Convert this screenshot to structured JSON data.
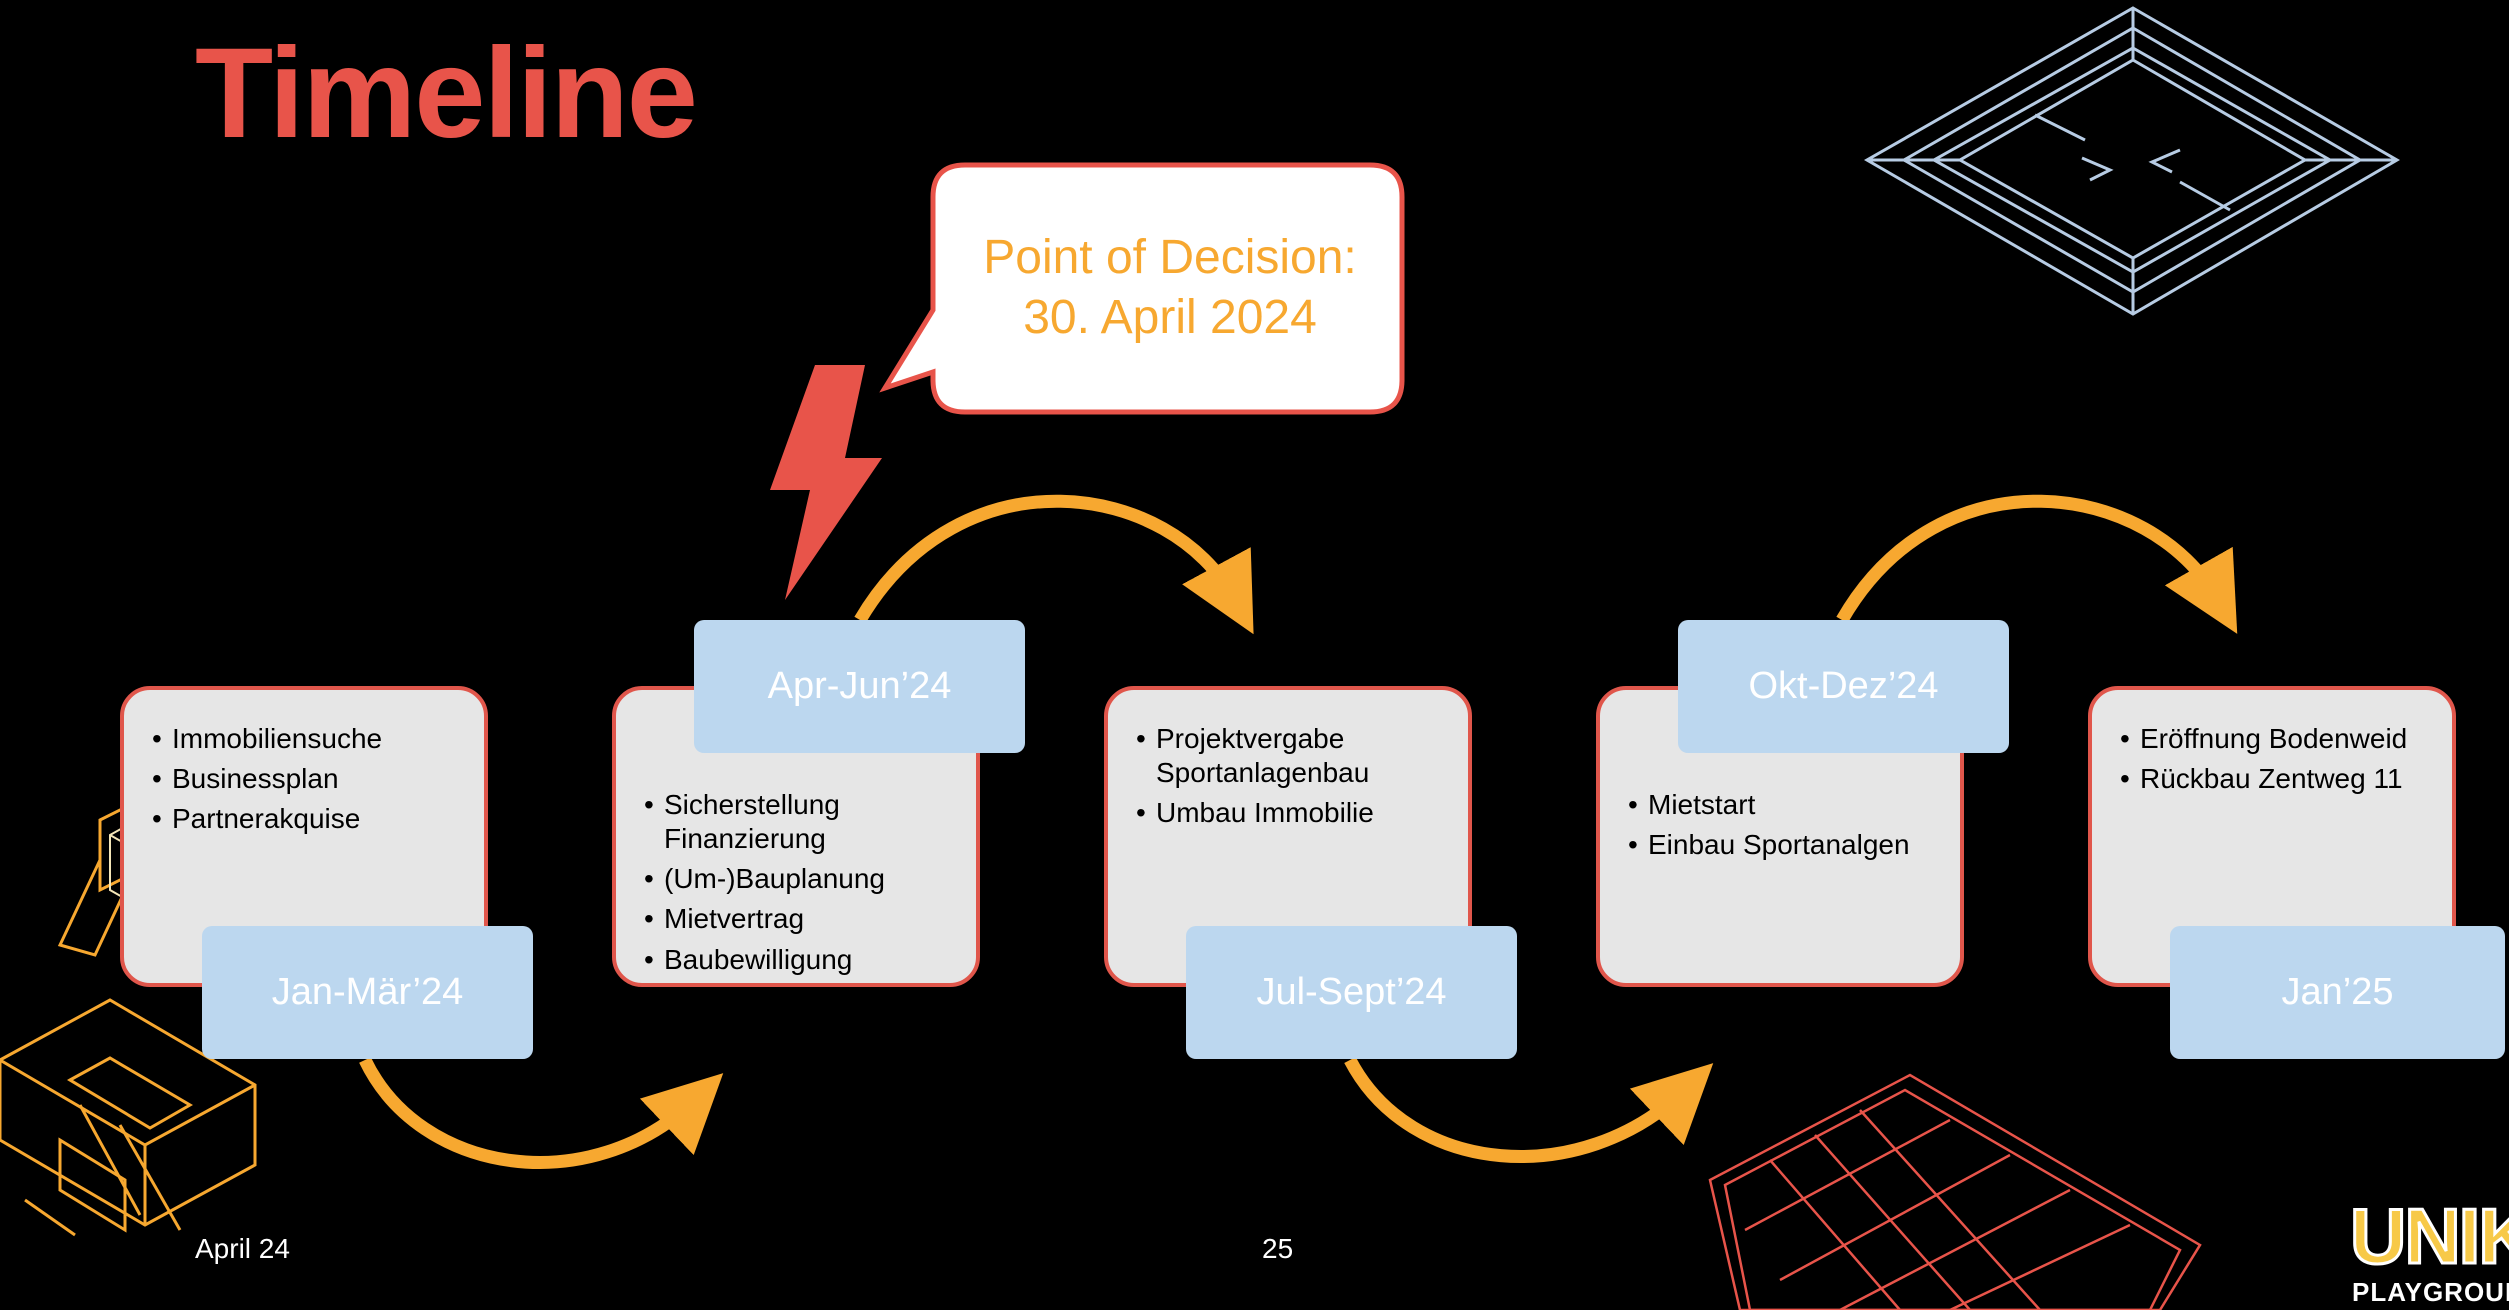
{
  "title": "Timeline",
  "decision": {
    "line1": "Point of Decision:",
    "line2": "30. April 2024"
  },
  "phases": [
    {
      "label": "Jan-Mär’24",
      "items": [
        "Immobiliensuche",
        "Businessplan",
        "Partnerakquise"
      ]
    },
    {
      "label": "Apr-Jun’24",
      "items": [
        "Sicherstellung Finanzierung",
        "(Um-)Bauplanung",
        "Mietvertrag",
        "Baubewilligung"
      ]
    },
    {
      "label": "Jul-Sept’24",
      "items": [
        "Projektvergabe Sportanlagenbau",
        "Umbau Immobilie"
      ]
    },
    {
      "label": "Okt-Dez’24",
      "items": [
        "Mietstart",
        "Einbau Sportanalgen"
      ]
    },
    {
      "label": "Jan’25",
      "items": [
        "Eröffnung Bodenweid",
        "Rückbau Zentweg 11"
      ]
    }
  ],
  "footer": {
    "date": "April 24",
    "page": "25"
  },
  "logo": {
    "brand": "UNIK",
    "sub": "PLAYGROUND"
  },
  "colors": {
    "accent_red": "#e8544a",
    "arrow_orange": "#f7a830",
    "label_blue": "#bcd7ef",
    "card_gray": "#e6e6e6"
  }
}
